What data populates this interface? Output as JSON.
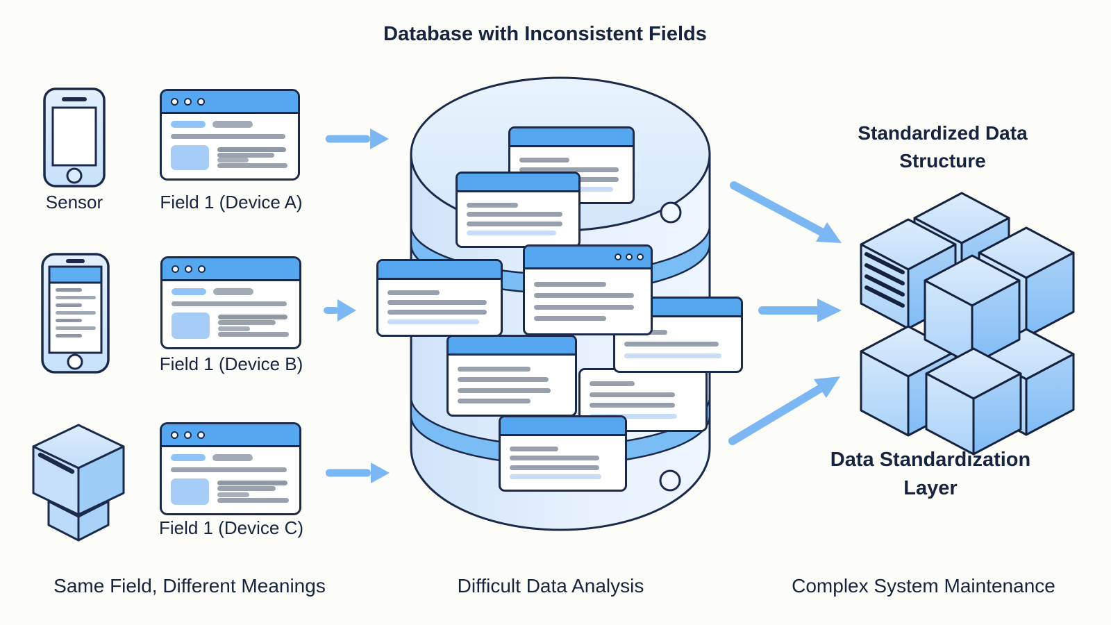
{
  "title": "Database with Inconsistent Fields",
  "left_panel": {
    "rows": [
      {
        "icon": "smartphone-icon",
        "device_label": "Sensor",
        "field_label": "Field 1 (Device A)"
      },
      {
        "icon": "smartphone-list-icon",
        "device_label": "",
        "field_label": "Field 1 (Device B)"
      },
      {
        "icon": "package-box-icon",
        "device_label": "",
        "field_label": "Field 1 (Device C)"
      }
    ],
    "caption": "Same Field, Different Meanings"
  },
  "database": {
    "icon": "database-cylinder-icon",
    "caption": "Difficult Data Analysis"
  },
  "standardization": {
    "heading": "Standardized Data Structure",
    "icon": "cube-grid-icon",
    "label": "Data Standardization Layer",
    "caption": "Complex System Maintenance"
  },
  "colors": {
    "navy": "#1b2a4a",
    "text": "#16233f",
    "header-blue": "#55a8f0",
    "band-blue": "#79bdf4",
    "arrow-blue": "#7ab7f3",
    "bar-gray": "#97a0ac",
    "bar-blue": "#c7dcf6",
    "fill-light": "#d9eafc"
  }
}
